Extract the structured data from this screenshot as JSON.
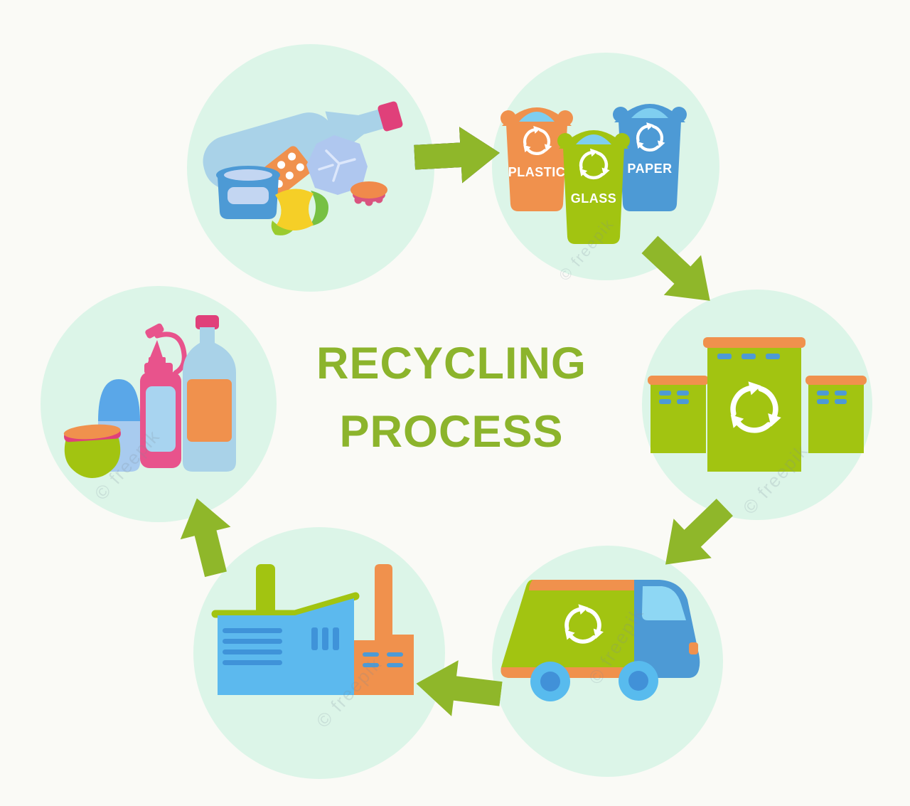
{
  "title": {
    "line1": "RECYCLING",
    "line2": "PROCESS"
  },
  "bins": {
    "plastic": "PLASTIC",
    "glass": "GLASS",
    "paper": "PAPER"
  },
  "stages": {
    "waste": {
      "icon": "waste-items-illustration"
    },
    "sorting_bins": {
      "icon": "sorting-bins-illustration"
    },
    "facility": {
      "icon": "recycling-facility-illustration"
    },
    "truck": {
      "icon": "recycling-truck-illustration"
    },
    "factory": {
      "icon": "factory-illustration"
    },
    "products": {
      "icon": "recycled-products-illustration"
    }
  },
  "flow": {
    "direction": "clockwise",
    "arrows": [
      "right",
      "down-right",
      "down-left",
      "left",
      "up-left"
    ]
  },
  "icons": {
    "recycle_symbol": "three-circular-arrows"
  },
  "watermark": {
    "text": "© freepik"
  },
  "colors": {
    "background": "#fafaf6",
    "circle_mint": "#dcf5e8",
    "accent_green": "#8fb72a",
    "title_green": "#8cb42c",
    "item_green": "#a2c411",
    "orange": "#f0914d",
    "blue": "#4d9ad5",
    "light_blue": "#7fcef0",
    "pale_blue": "#a9d2e8",
    "pink": "#e8538c",
    "deep_pink": "#e0407a",
    "yellow": "#f5cf27",
    "apple_green": "#76c043",
    "white": "#ffffff"
  }
}
